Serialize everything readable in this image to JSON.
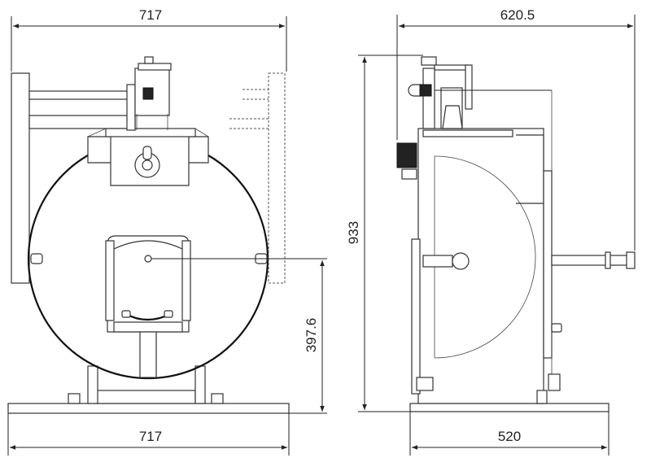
{
  "dimensions": {
    "front_width_top": "717",
    "front_width_bottom": "717",
    "center_height": "397.6",
    "total_height": "933",
    "side_depth_top": "620.5",
    "side_depth_bottom": "520"
  },
  "colors": {
    "line": "#222222",
    "background": "#ffffff"
  }
}
